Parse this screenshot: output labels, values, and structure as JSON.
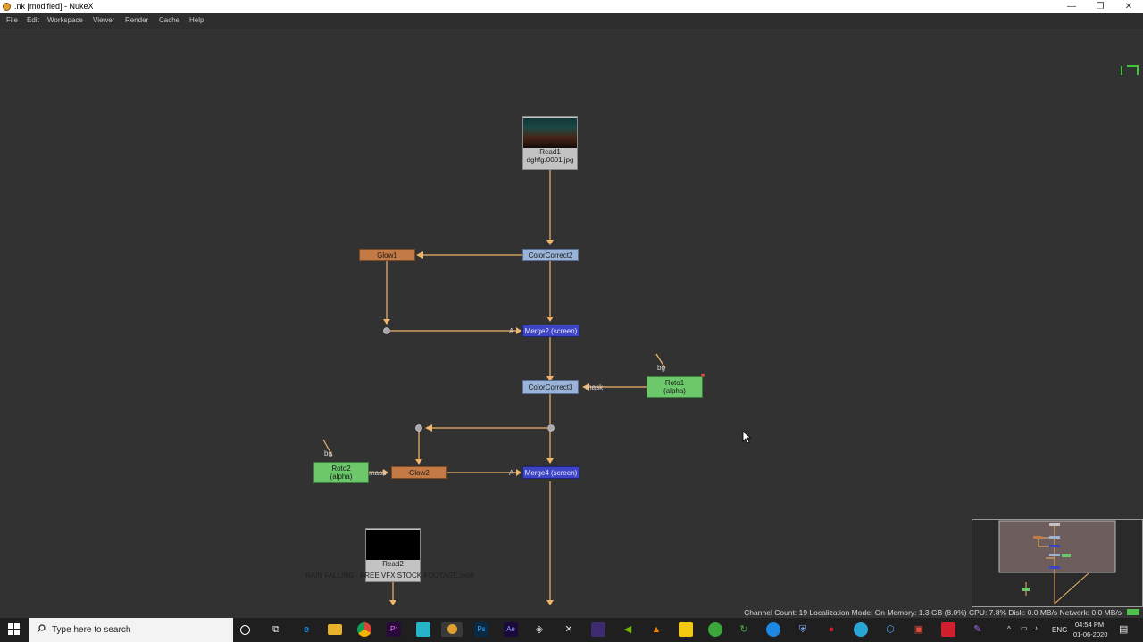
{
  "window": {
    "title": ".nk [modified] - NukeX",
    "controls": {
      "minimize": "—",
      "maximize": "❐",
      "close": "✕"
    }
  },
  "menu": {
    "items": [
      "File",
      "Edit",
      "Workspace",
      "Viewer",
      "Render",
      "Cache",
      "Help"
    ]
  },
  "graph": {
    "nodes": {
      "read1": {
        "label": "Read1",
        "sublabel": "dghfg.0001.jpg"
      },
      "colorcorrect2": {
        "label": "ColorCorrect2"
      },
      "glow1": {
        "label": "Glow1"
      },
      "merge2": {
        "label": "Merge2 (screen)"
      },
      "colorcorrect3": {
        "label": "ColorCorrect3"
      },
      "roto1": {
        "label": "Roto1",
        "sublabel": "(alpha)"
      },
      "merge4": {
        "label": "Merge4 (screen)"
      },
      "glow2": {
        "label": "Glow2"
      },
      "roto2": {
        "label": "Roto2",
        "sublabel": "(alpha)"
      },
      "read2": {
        "label": "Read2",
        "sublabel": "RAIN FALLING - FREE VFX STOCK FOOTAGE.mp4"
      }
    },
    "edge_labels": {
      "merge2_a": "A",
      "merge4_a": "A",
      "cc3_mask": "mask",
      "glow2_mask": "mask",
      "roto1_bg": "bg",
      "roto2_bg": "bg"
    },
    "colors": {
      "edge": "#f0b46a",
      "glow": "#c47a44",
      "colorcorrect": "#9ab3d8",
      "merge": "#3d45c6",
      "roto": "#6cc86a"
    }
  },
  "status": {
    "text": "Channel Count: 19 Localization Mode: On Memory: 1.3 GB (8.0%) CPU: 7.8% Disk: 0.0 MB/s Network: 0.0 MB/s"
  },
  "taskbar": {
    "search_placeholder": "Type here to search",
    "apps": [
      "start-icon",
      "cortana-icon",
      "task-view-icon",
      "edge-icon",
      "file-explorer-icon",
      "chrome-icon",
      "premiere-icon",
      "app-icon",
      "nuke-icon",
      "photoshop-icon",
      "after-effects-icon",
      "unity-icon",
      "x-icon",
      "visual-studio-icon",
      "nvidia-icon",
      "vlc-icon",
      "sticky-notes-icon",
      "green-app-icon",
      "refresh-app-icon",
      "blue-app-icon",
      "shield-app-icon",
      "red-app-icon",
      "circle-app-icon",
      "blender-icon",
      "gift-icon",
      "red-square-icon",
      "pen-icon"
    ],
    "language": "ENG",
    "time": "04:54 PM",
    "date": "01-06-2020"
  }
}
